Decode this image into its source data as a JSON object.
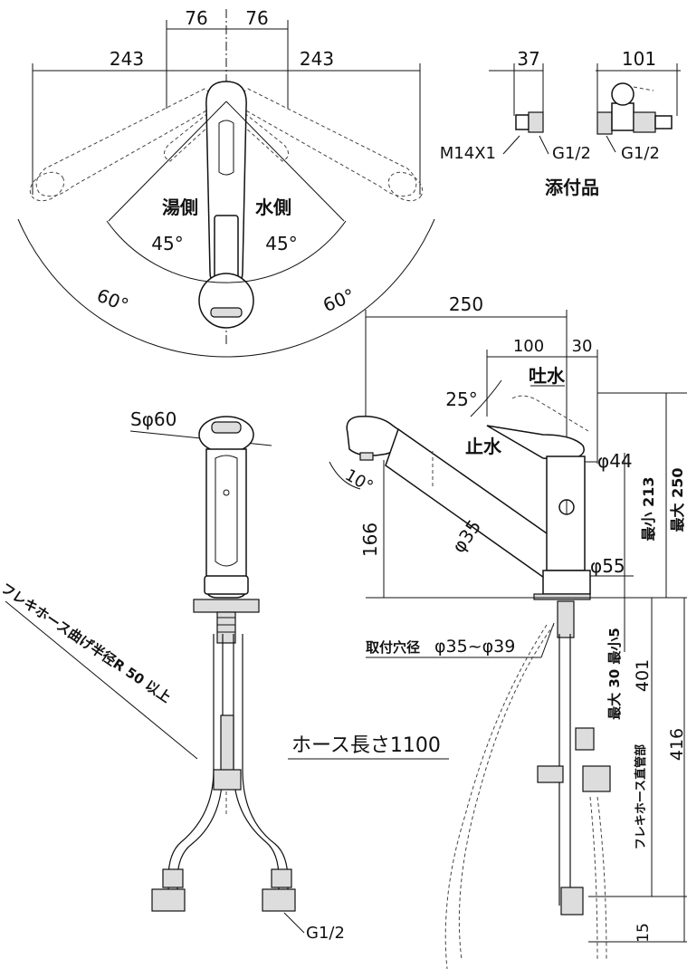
{
  "top_view": {
    "dim_76_left": "76",
    "dim_76_right": "76",
    "dim_243_left": "243",
    "dim_243_right": "243",
    "hot_side": "湯側",
    "cold_side": "水側",
    "angle_45_left": "45°",
    "angle_45_right": "45°",
    "angle_60_left": "60°",
    "angle_60_right": "60°"
  },
  "accessories": {
    "dim_37": "37",
    "dim_101": "101",
    "thread_m14": "M14X1",
    "thread_g12_a": "G1/2",
    "thread_g12_b": "G1/2",
    "label": "添付品"
  },
  "front_view": {
    "sphere": "Sφ60",
    "hose_bend": "フレキホース曲げ半径R 50 以上",
    "hose_length": "ホース長さ1100",
    "thread_g12": "G1/2"
  },
  "side_view": {
    "dim_250": "250",
    "dim_100": "100",
    "dim_30": "30",
    "spout_water": "吐水",
    "stop_water": "止水",
    "angle_25": "25°",
    "angle_10": "10°",
    "dia_44": "φ44",
    "dia_35": "φ35",
    "dia_55": "φ55",
    "dim_166": "166",
    "min_213": "最小 213",
    "max_250": "最大 250",
    "mount_hole": "取付穴径",
    "mount_range": "φ35~φ39",
    "max_30_min_5": "最大 30 最小5",
    "dim_401": "401",
    "dim_416": "416",
    "flex_straight": "フレキホース直管部",
    "dim_15": "15"
  }
}
